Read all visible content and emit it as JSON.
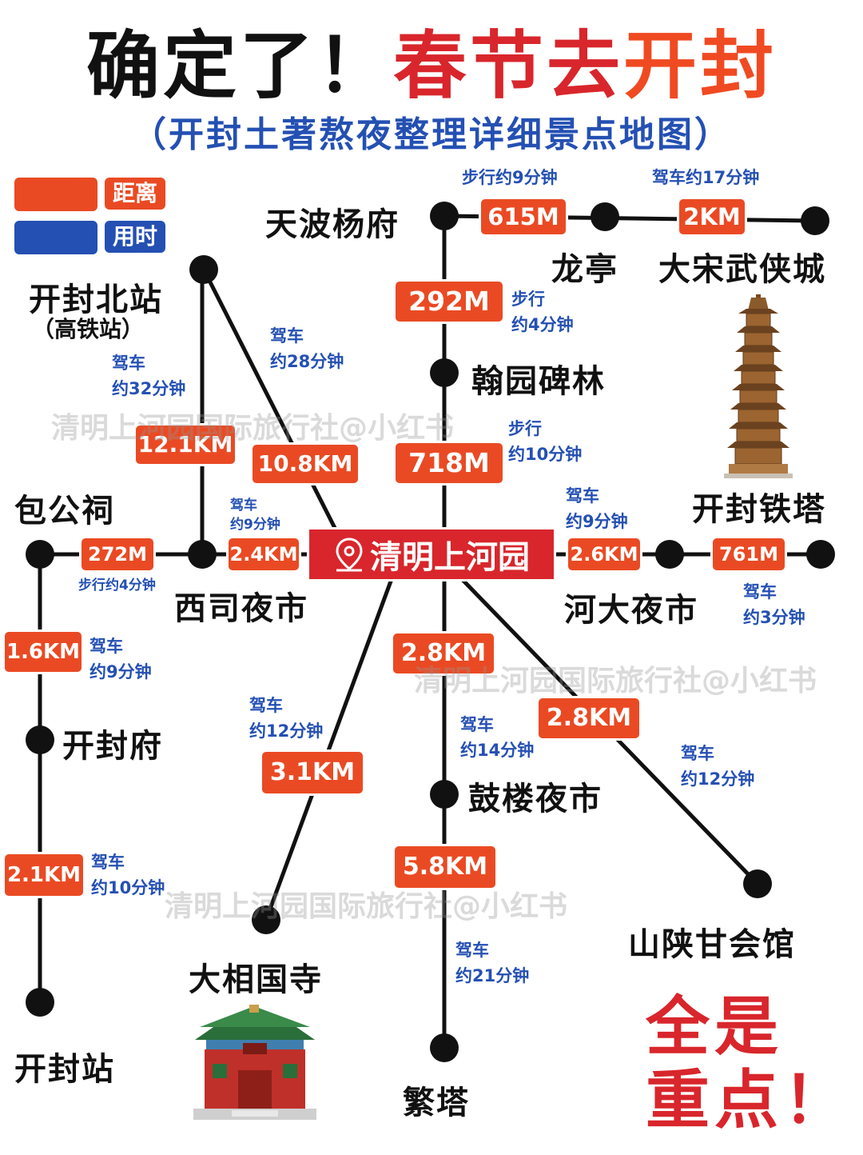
{
  "title": {
    "part1": "确定了！",
    "part2": "春节去",
    "part3": "开封"
  },
  "subtitle": "（开封土著熬夜整理详细景点地图）",
  "legend": {
    "distance_label": "距离",
    "distance_color": "#ea4a23",
    "time_label": "用时",
    "time_color": "#2450b3"
  },
  "hub": {
    "name": "清明上河园",
    "icon": "map-pin-icon",
    "color": "#d8262c"
  },
  "stations": {
    "tianbo": "天波杨府",
    "longting": "龙亭",
    "dasong": "大宋武侠城",
    "kaifeng_north": "开封北站",
    "kaifeng_north_sub": "（高铁站）",
    "hanyuan": "翰园碑林",
    "iron_pagoda": "开封铁塔",
    "baogongci": "包公祠",
    "xisi": "西司夜市",
    "heda": "河大夜市",
    "kaifengfu": "开封府",
    "gulou": "鼓楼夜市",
    "shanshangan": "山陕甘会馆",
    "xiangguosi": "大相国寺",
    "kaifeng_station": "开封站",
    "fanta": "繁塔"
  },
  "badges": {
    "tianbo_longting": "615M",
    "longting_dasong": "2KM",
    "tianbo_hanyuan": "292M",
    "north_xisi": "12.1KM",
    "north_hub": "10.8KM",
    "hanyuan_hub": "718M",
    "bao_xisi": "272M",
    "xisi_hub": "2.4KM",
    "hub_heda": "2.6KM",
    "heda_pagoda": "761M",
    "bao_fu": "1.6KM",
    "hub_gulou": "2.8KM",
    "hub_shanshangan": "2.8KM",
    "hub_xiangguosi": "3.1KM",
    "fu_station": "2.1KM",
    "gulou_fanta": "5.8KM"
  },
  "times": {
    "tianbo_longting": "步行约9分钟",
    "longting_dasong": "驾车约17分钟",
    "tianbo_hanyuan_1": "步行",
    "tianbo_hanyuan_2": "约4分钟",
    "north_hub_1": "驾车",
    "north_hub_2": "约28分钟",
    "north_xisi_1": "驾车",
    "north_xisi_2": "约32分钟",
    "hanyuan_hub_1": "步行",
    "hanyuan_hub_2": "约10分钟",
    "xisi_hub_1": "驾车",
    "xisi_hub_2": "约9分钟",
    "hub_heda_1": "驾车",
    "hub_heda_2": "约9分钟",
    "bao_xisi": "步行约4分钟",
    "heda_pagoda_1": "驾车",
    "heda_pagoda_2": "约3分钟",
    "bao_fu_1": "驾车",
    "bao_fu_2": "约9分钟",
    "hub_xiangguosi_1": "驾车",
    "hub_xiangguosi_2": "约12分钟",
    "hub_gulou_1": "驾车",
    "hub_gulou_2": "约14分钟",
    "hub_shanshangan_1": "驾车",
    "hub_shanshangan_2": "约12分钟",
    "fu_station_1": "驾车",
    "fu_station_2": "约10分钟",
    "gulou_fanta_1": "驾车",
    "gulou_fanta_2": "约21分钟"
  },
  "watermark": "清明上河园国际旅行社@小红书",
  "slogan": {
    "line1": "全是",
    "line2": "重点！"
  },
  "colors": {
    "line": "#111111",
    "badge": "#ea4a23",
    "note": "#2450b3",
    "accent": "#d8262c"
  },
  "illustrations": {
    "pagoda": "iron-pagoda-illustration",
    "temple": "xiangguo-temple-illustration"
  }
}
